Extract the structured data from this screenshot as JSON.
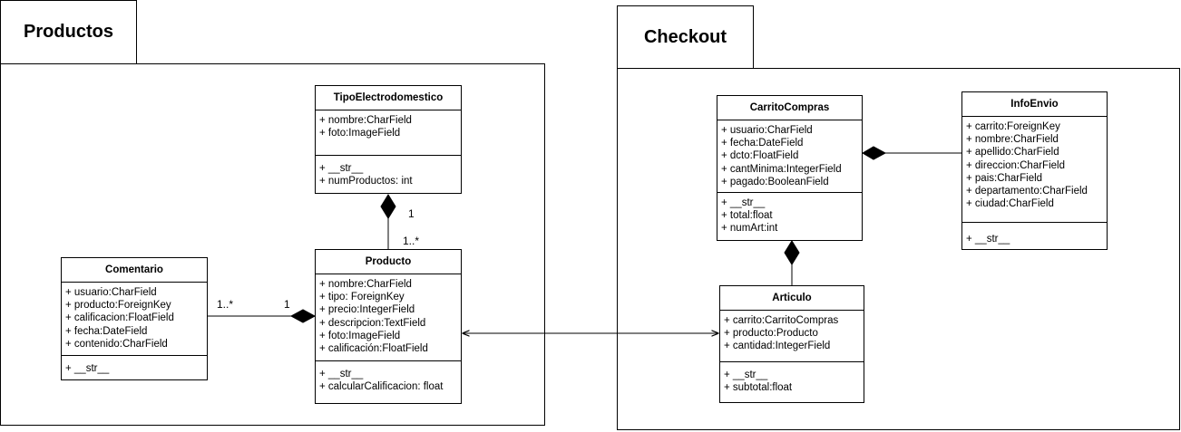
{
  "packages": {
    "productos": {
      "title": "Productos"
    },
    "checkout": {
      "title": "Checkout"
    }
  },
  "classes": {
    "tipo": {
      "name": "TipoElectrodomestico",
      "attributes": [
        "+ nombre:CharField",
        "+ foto:ImageField"
      ],
      "methods": [
        "+ __str__",
        "+ numProductos: int"
      ]
    },
    "comentario": {
      "name": "Comentario",
      "attributes": [
        "+ usuario:CharField",
        "+ producto:ForeignKey",
        "+ calificacion:FloatField",
        "+ fecha:DateField",
        "+ contenido:CharField"
      ],
      "methods": [
        "+ __str__"
      ]
    },
    "producto": {
      "name": "Producto",
      "attributes": [
        "+ nombre:CharField",
        "+ tipo: ForeignKey",
        "+ precio:IntegerField",
        "+ descripcion:TextField",
        "+ foto:ImageField",
        "+ calificación:FloatField"
      ],
      "methods": [
        "+ __str__",
        "+ calcularCalificacion: float"
      ]
    },
    "carrito": {
      "name": "CarritoCompras",
      "attributes": [
        "+ usuario:CharField",
        "+ fecha:DateField",
        "+ dcto:FloatField",
        "+ cantMinima:IntegerField",
        "+ pagado:BooleanField"
      ],
      "methods": [
        "+ __str__",
        "+ total:float",
        "+ numArt:int"
      ]
    },
    "infoenvio": {
      "name": "InfoEnvio",
      "attributes": [
        "+ carrito:ForeignKey",
        "+ nombre:CharField",
        "+ apellido:CharField",
        "+ direccion:CharField",
        "+ pais:CharField",
        "+ departamento:CharField",
        "+ ciudad:CharField"
      ],
      "methods": [
        "+ __str__"
      ]
    },
    "articulo": {
      "name": "Articulo",
      "attributes": [
        "+ carrito:CarritoCompras",
        "+ producto:Producto",
        "+ cantidad:IntegerField"
      ],
      "methods": [
        "+ __str__",
        "+ subtotal:float"
      ]
    }
  },
  "multiplicities": {
    "tipo_end": "1",
    "producto_top": "1..*",
    "comentario_end": "1..*",
    "producto_left": "1"
  }
}
